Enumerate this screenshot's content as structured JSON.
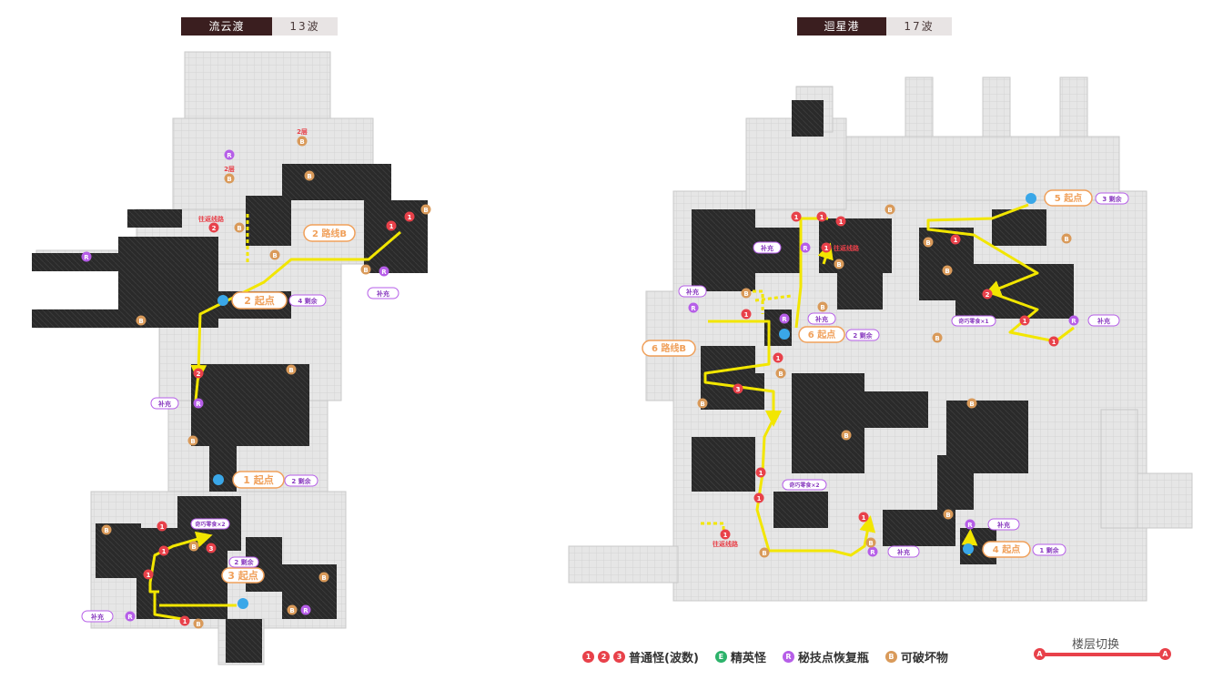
{
  "map_a": {
    "name": "流云渡",
    "waves": "13波",
    "labels": {
      "start_1": "1 起点",
      "start_2": "2 起点",
      "start_3": "3 起点",
      "route_2b": "2 路线B",
      "remain_1": "2 剩余",
      "remain_2": "4 剩余",
      "remain_3": "2 剩余",
      "supply": "补充",
      "floor2": "2层",
      "to_route": "往返线路",
      "skill_x2": "奇巧零食×2"
    }
  },
  "map_b": {
    "name": "迴星港",
    "waves": "17波",
    "labels": {
      "start_4": "4 起点",
      "start_5": "5 起点",
      "start_6": "6 起点",
      "route_6b": "6 路线B",
      "remain_4": "1 剩余",
      "remain_5": "3 剩余",
      "remain_6": "2 剩余",
      "supply": "补充",
      "to_route": "往返线路",
      "skill_x1": "奇巧零食×1",
      "skill_x2": "奇巧零食×2"
    }
  },
  "legend": {
    "normal": "普通怪(波数)",
    "elite": "精英怪",
    "restore": "秘技点恢复瓶",
    "breakable": "可破坏物",
    "floor_switch": "楼层切换",
    "n1": "1",
    "n2": "2",
    "n3": "3",
    "e": "E",
    "r": "R",
    "b": "B",
    "a": "A"
  },
  "colors": {
    "route": "#f2e600",
    "normal": "#e8414a",
    "elite": "#2db36b",
    "restore": "#b65ee8",
    "breakable": "#d99a5a",
    "start": "#f0a05a",
    "floor": "#e8414a"
  }
}
